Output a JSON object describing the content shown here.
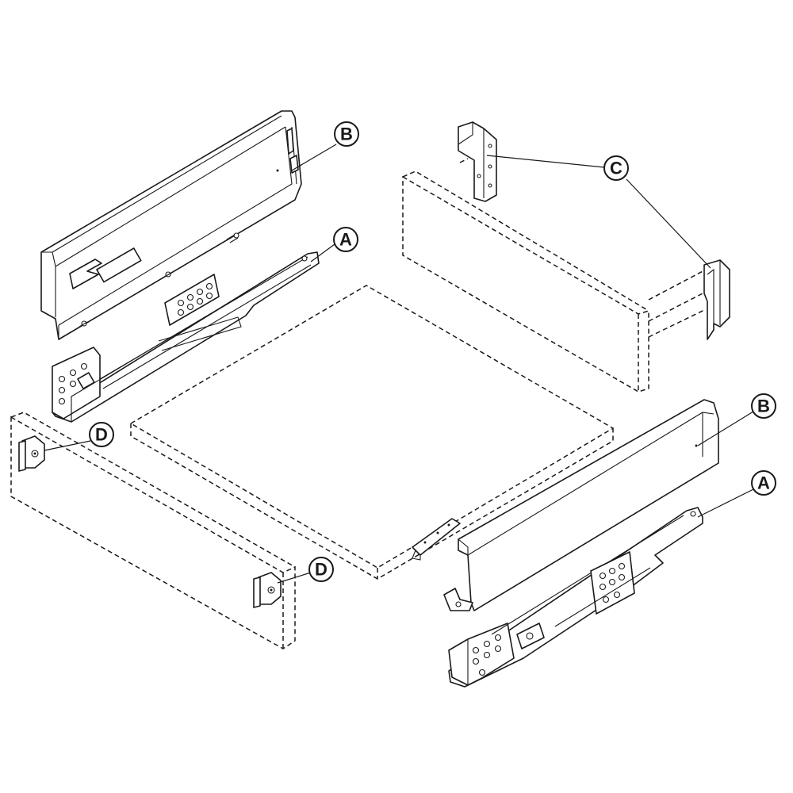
{
  "diagram": {
    "callouts": {
      "b_top": "B",
      "a_top": "A",
      "c": "C",
      "d_top": "D",
      "d_bottom": "D",
      "b_right": "B",
      "a_right": "A"
    }
  }
}
